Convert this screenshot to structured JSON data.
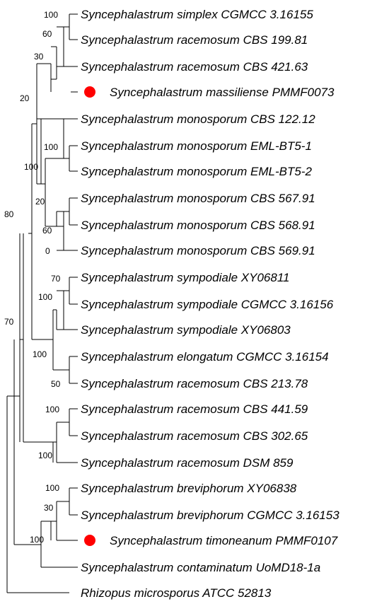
{
  "tree": {
    "marker_color": "#ff0000",
    "taxa": [
      {
        "label": "Syncephalastrum simplex CGMCC 3.16155",
        "marked": false
      },
      {
        "label": "Syncephalastrum racemosum CBS 199.81",
        "marked": false
      },
      {
        "label": "Syncephalastrum racemosum CBS 421.63",
        "marked": false
      },
      {
        "label": "Syncephalastrum massiliense PMMF0073",
        "marked": true
      },
      {
        "label": "Syncephalastrum monosporum CBS 122.12",
        "marked": false
      },
      {
        "label": "Syncephalastrum monosporum EML-BT5-1",
        "marked": false
      },
      {
        "label": "Syncephalastrum monosporum EML-BT5-2",
        "marked": false
      },
      {
        "label": "Syncephalastrum monosporum CBS 567.91",
        "marked": false
      },
      {
        "label": "Syncephalastrum monosporum CBS 568.91",
        "marked": false
      },
      {
        "label": "Syncephalastrum monosporum CBS 569.91",
        "marked": false
      },
      {
        "label": "Syncephalastrum sympodiale XY06811",
        "marked": false
      },
      {
        "label": "Syncephalastrum sympodiale CGMCC 3.16156",
        "marked": false
      },
      {
        "label": "Syncephalastrum sympodiale XY06803",
        "marked": false
      },
      {
        "label": "Syncephalastrum elongatum CGMCC 3.16154",
        "marked": false
      },
      {
        "label": "Syncephalastrum racemosum CBS 213.78",
        "marked": false
      },
      {
        "label": "Syncephalastrum racemosum CBS 441.59",
        "marked": false
      },
      {
        "label": "Syncephalastrum racemosum CBS 302.65",
        "marked": false
      },
      {
        "label": "Syncephalastrum racemosum DSM 859",
        "marked": false
      },
      {
        "label": "Syncephalastrum breviphorum XY06838",
        "marked": false
      },
      {
        "label": "Syncephalastrum breviphorum CGMCC 3.16153",
        "marked": false
      },
      {
        "label": "Syncephalastrum timoneanum PMMF0107",
        "marked": true
      },
      {
        "label": "Syncephalastrum contaminatum UoMD18-1a",
        "marked": false
      },
      {
        "label": "Rhizopus microsporus ATCC 52813",
        "marked": false
      }
    ],
    "bootstrap": [
      "100",
      "60",
      "30",
      "20",
      "100",
      "100",
      "70",
      "20",
      "60",
      "0",
      "100",
      "80",
      "100",
      "50",
      "100",
      "100",
      "100",
      "30",
      "100",
      "70"
    ]
  }
}
